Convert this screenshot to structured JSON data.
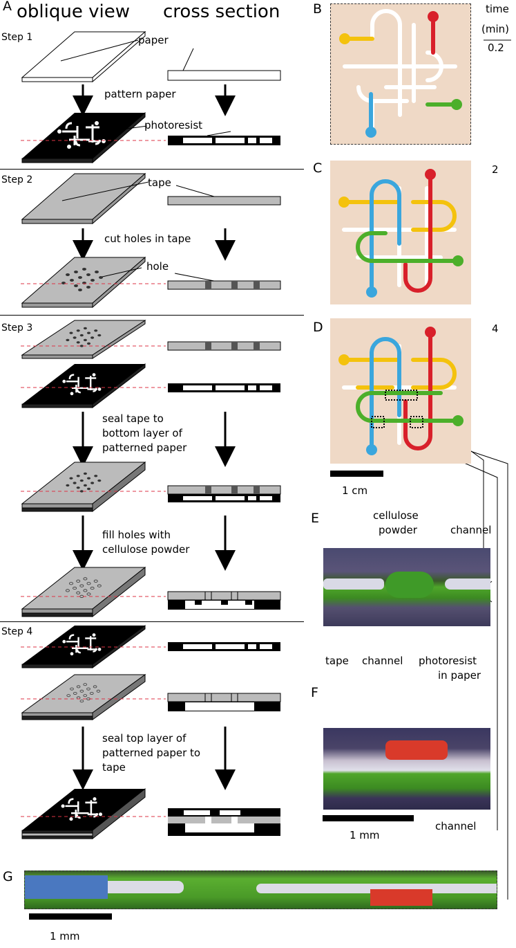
{
  "headers": {
    "oblique": "oblique view",
    "cross": "cross section"
  },
  "panels": {
    "A": "A",
    "B": "B",
    "C": "C",
    "D": "D",
    "E": "E",
    "F": "F",
    "G": "G"
  },
  "steps": {
    "s1": "Step 1",
    "s2": "Step 2",
    "s3": "Step 3",
    "s4": "Step 4"
  },
  "callouts": {
    "paper": "paper",
    "photoresist": "photoresist",
    "tape": "tape",
    "hole": "hole"
  },
  "actions": {
    "pattern": "pattern paper",
    "cut": "cut holes in tape",
    "seal1": "seal tape to",
    "seal2": "bottom layer of",
    "seal3": "patterned paper",
    "fill1": "fill holes with",
    "fill2": "cellulose powder",
    "top1": "seal top layer of",
    "top2": "patterned paper to",
    "top3": "tape"
  },
  "time": {
    "header1": "time",
    "header2": "(min)",
    "b": "0.2",
    "c": "2",
    "d": "4"
  },
  "scale": {
    "cm": "1 cm",
    "mm_f": "1 mm",
    "mm_g": "1 mm"
  },
  "labels_e": {
    "cellulose1": "cellulose",
    "cellulose2": "powder",
    "channel": "channel"
  },
  "labels_mid": {
    "tape": "tape",
    "channel": "channel",
    "photo1": "photoresist",
    "photo2": "in paper"
  },
  "labels_f": {
    "channel": "channel"
  },
  "colors": {
    "yellow": "#f4c20d",
    "red": "#d8202a",
    "blue": "#3aa6dd",
    "green": "#4caf2a",
    "paper_bg": "#efd9c6",
    "tape_gray": "#c0c0c0"
  }
}
